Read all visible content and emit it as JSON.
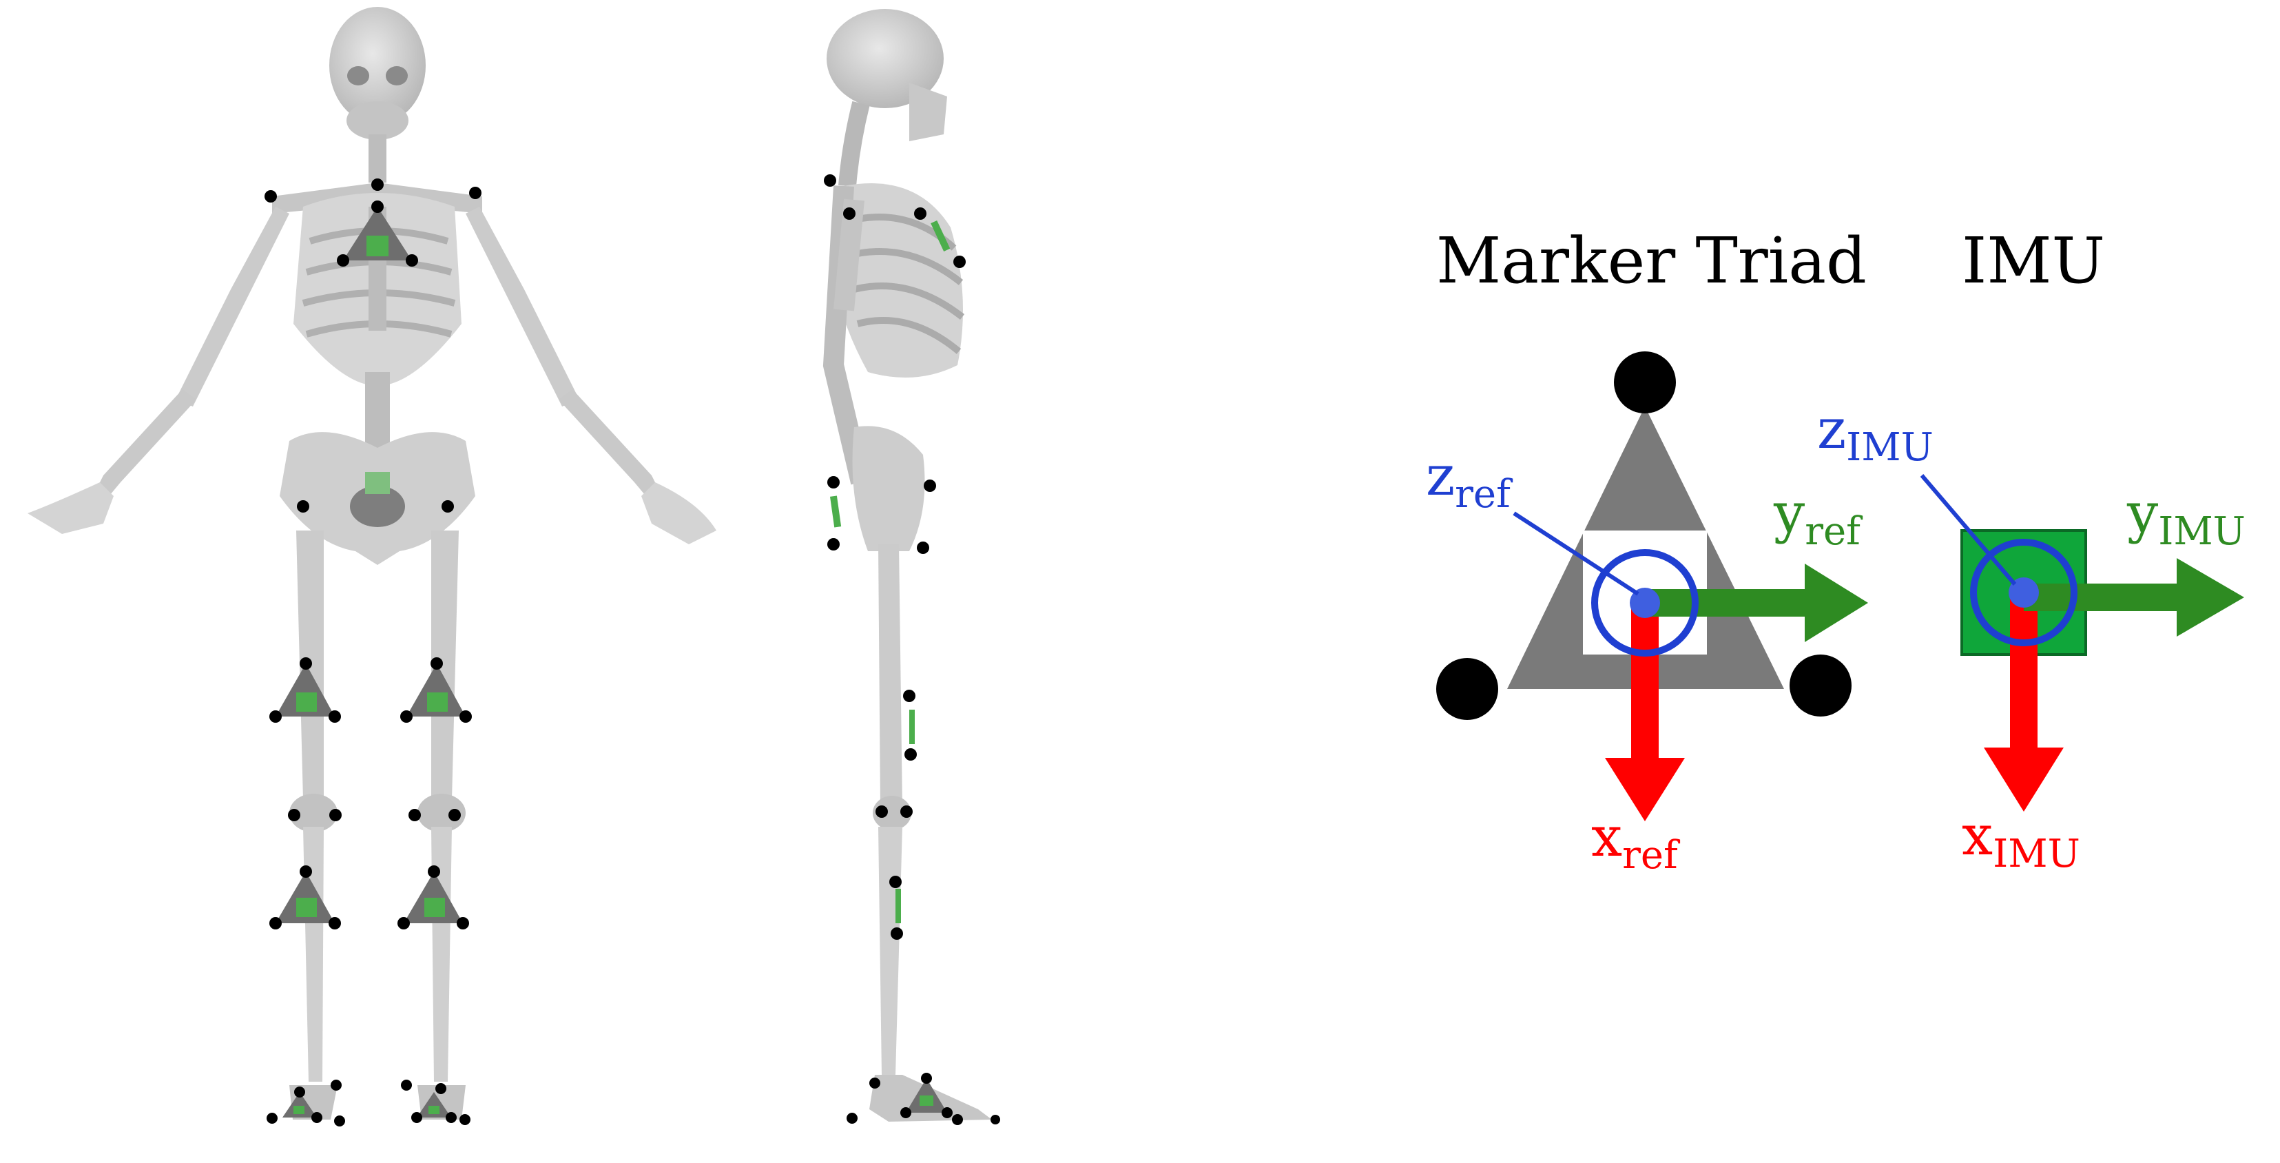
{
  "legend": {
    "marker_title": "Marker Triad",
    "imu_title": "IMU",
    "ref": {
      "z_base": "z",
      "z_sub": "ref",
      "y_base": "y",
      "y_sub": "ref",
      "x_base": "x",
      "x_sub": "ref"
    },
    "imu": {
      "z_base": "z",
      "z_sub": "IMU",
      "y_base": "y",
      "y_sub": "IMU",
      "x_base": "x",
      "x_sub": "IMU"
    }
  },
  "colors": {
    "x_axis": "#ff0000",
    "y_axis": "#2e8b22",
    "z_axis": "#1f3fd1",
    "z_dot": "#3f5fe0",
    "triad": "#7a7a7a",
    "imu_box": "#0fa63a",
    "marker": "#000000",
    "bone": "#cfcfcf",
    "bone_shadow": "#a8a8a8",
    "imu_patch": "#4cae4c"
  }
}
